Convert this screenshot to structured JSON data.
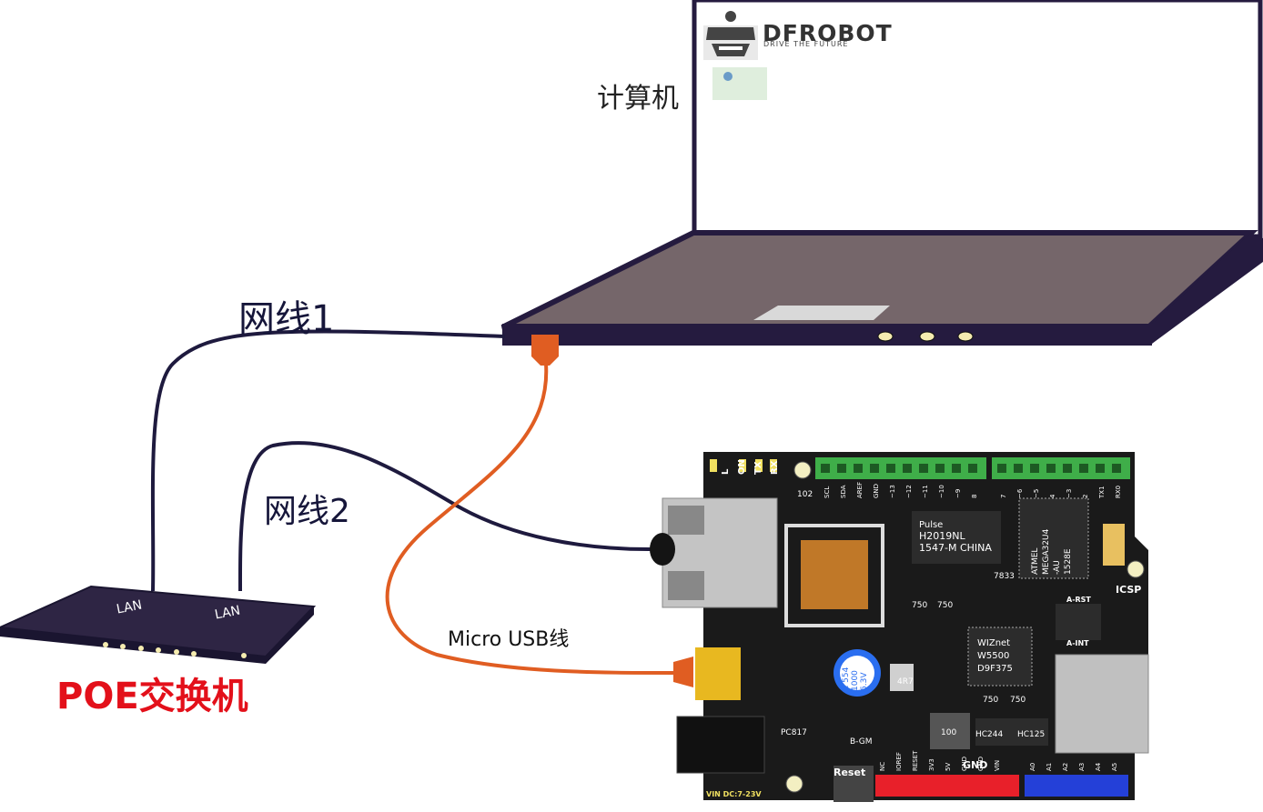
{
  "labels": {
    "computer": "计算机",
    "cable1": "网线1",
    "cable2": "网线2",
    "usb_cable": "Micro USB线",
    "poe_switch": "POE交换机"
  },
  "switch_ports": [
    "LAN",
    "LAN"
  ],
  "brand": {
    "name": "DFROBOT",
    "tagline": "DRIVE THE FUTURE"
  },
  "board": {
    "led_labels": [
      "L",
      "ON",
      "TX",
      "RX"
    ],
    "top_header_left": [
      "SCL",
      "SDA",
      "AREF",
      "GND",
      "~13",
      "~12",
      "~11",
      "~10",
      "~9",
      "8"
    ],
    "top_header_right": [
      "7",
      "~6",
      "~5",
      "4",
      "~3",
      "2",
      "TX1",
      "RX0"
    ],
    "magnetics_chip": [
      "Pulse",
      "H2019NL",
      "1547-M CHINA"
    ],
    "mcu_chip": [
      "ATMEL",
      "MEGA32U4",
      "-AU",
      "1528E"
    ],
    "ethernet_chip": [
      "WIZnet",
      "W5500",
      "D9F375"
    ],
    "capacitor": [
      "C 554",
      "1000",
      "6.3V"
    ],
    "resistor_labels": [
      "750",
      "750",
      "750",
      "750",
      "102",
      "4R7",
      "100"
    ],
    "misc_chips": [
      "PC817",
      "HC244",
      "HC125",
      "B-GM",
      "7833"
    ],
    "icsp": "ICSP",
    "jumpers": [
      "A-RST",
      "A-INT"
    ],
    "reset": "Reset",
    "gnd": "GND",
    "bottom_power_header": [
      "NC",
      "IOREF",
      "RESET",
      "3V3",
      "5V",
      "GND",
      "GND",
      "VIN"
    ],
    "bottom_analog_header": [
      "A0",
      "A1",
      "A2",
      "A3",
      "A4",
      "A5"
    ],
    "vin": "VIN DC:7-23V"
  },
  "colors": {
    "cable_dark": "#1e1a3e",
    "usb_cable": "#e05d22",
    "pcb": "#1a1a1a",
    "header_green": "#3fae49",
    "header_red": "#e8202a",
    "header_blue": "#2440d8",
    "switch_body": "#2e2544",
    "laptop_frame": "#251b3f",
    "label_red": "#e3101a"
  }
}
